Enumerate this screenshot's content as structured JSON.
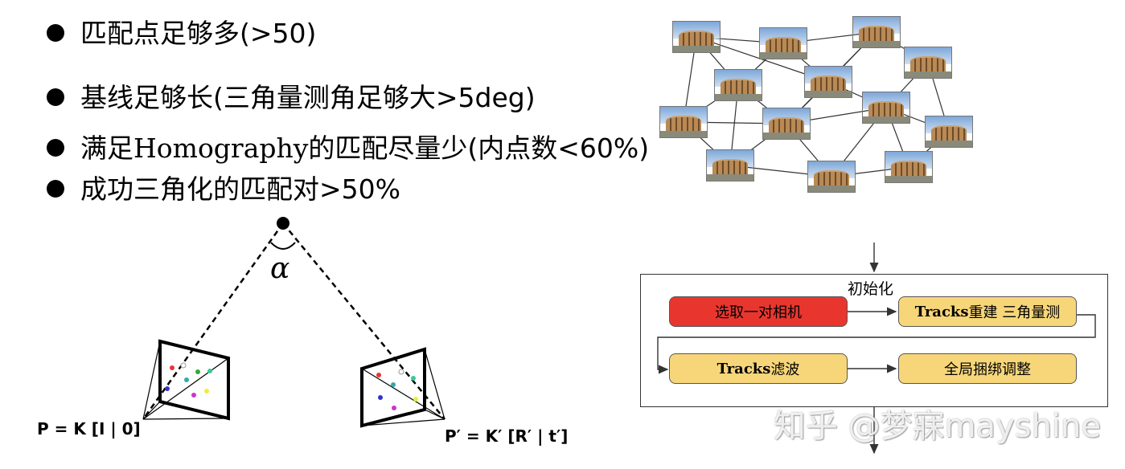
{
  "bullets": [
    {
      "text": "匹配点足够多(>50)"
    },
    {
      "text": "基线足够长(三角量测角足够大>5deg)"
    },
    {
      "prefix": "满足",
      "serif": "Homography",
      "suffix": "的匹配尽量少(内点数<60%)"
    },
    {
      "text": "成功三角化的匹配对>50%"
    }
  ],
  "geometry": {
    "angle_symbol": "α",
    "left_camera_label": "P = K [I | 0]",
    "right_camera_label": "P′ = K′ [R′ | t′]"
  },
  "photo_graph": {
    "node_count": 13
  },
  "flowchart": {
    "title": "初始化",
    "nodes": {
      "select_cameras": "选取一对相机",
      "tracks_rebuild_latin": "Tracks",
      "tracks_rebuild_rest": "重建 三角量测",
      "tracks_filter_latin": "Tracks",
      "tracks_filter_rest": "滤波",
      "bundle_adjust": "全局捆绑调整"
    },
    "colors": {
      "red": "#e8362f",
      "yellow": "#f7d67a"
    }
  },
  "watermark": "知乎 @梦寐mayshine"
}
